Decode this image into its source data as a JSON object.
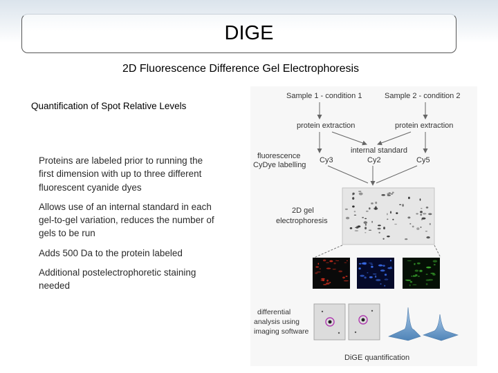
{
  "slide": {
    "title": "DIGE",
    "subtitle": "2D Fluorescence Difference Gel Electrophoresis",
    "section_heading": "Quantification of Spot Relative Levels",
    "bullets": [
      "Proteins are labeled prior to running the first dimension with up to three different fluorescent cyanide dyes",
      "Allows use of an internal standard in each gel-to-gel variation, reduces the number of gels to be run",
      "Adds 500 Da to the protein labeled",
      "Additional postelectrophoretic staining needed"
    ]
  },
  "figure": {
    "sample1": "Sample 1 - condition 1",
    "sample2": "Sample 2 - condition 2",
    "extraction1": "protein extraction",
    "extraction2": "protein extraction",
    "internal_standard": "internal standard",
    "labelling_line1": "fluorescence",
    "labelling_line2": "CyDye labelling",
    "dyes": [
      {
        "name": "Cy3",
        "color": "#e0301e"
      },
      {
        "name": "Cy2",
        "color": "#3a8fd0"
      },
      {
        "name": "Cy5",
        "color": "#3aa82e"
      }
    ],
    "gel_line1": "2D gel",
    "gel_line2": "electrophoresis",
    "analysis_line1": "differential",
    "analysis_line2": "analysis using",
    "analysis_line3": "imaging software",
    "caption": "DiGE quantification"
  }
}
